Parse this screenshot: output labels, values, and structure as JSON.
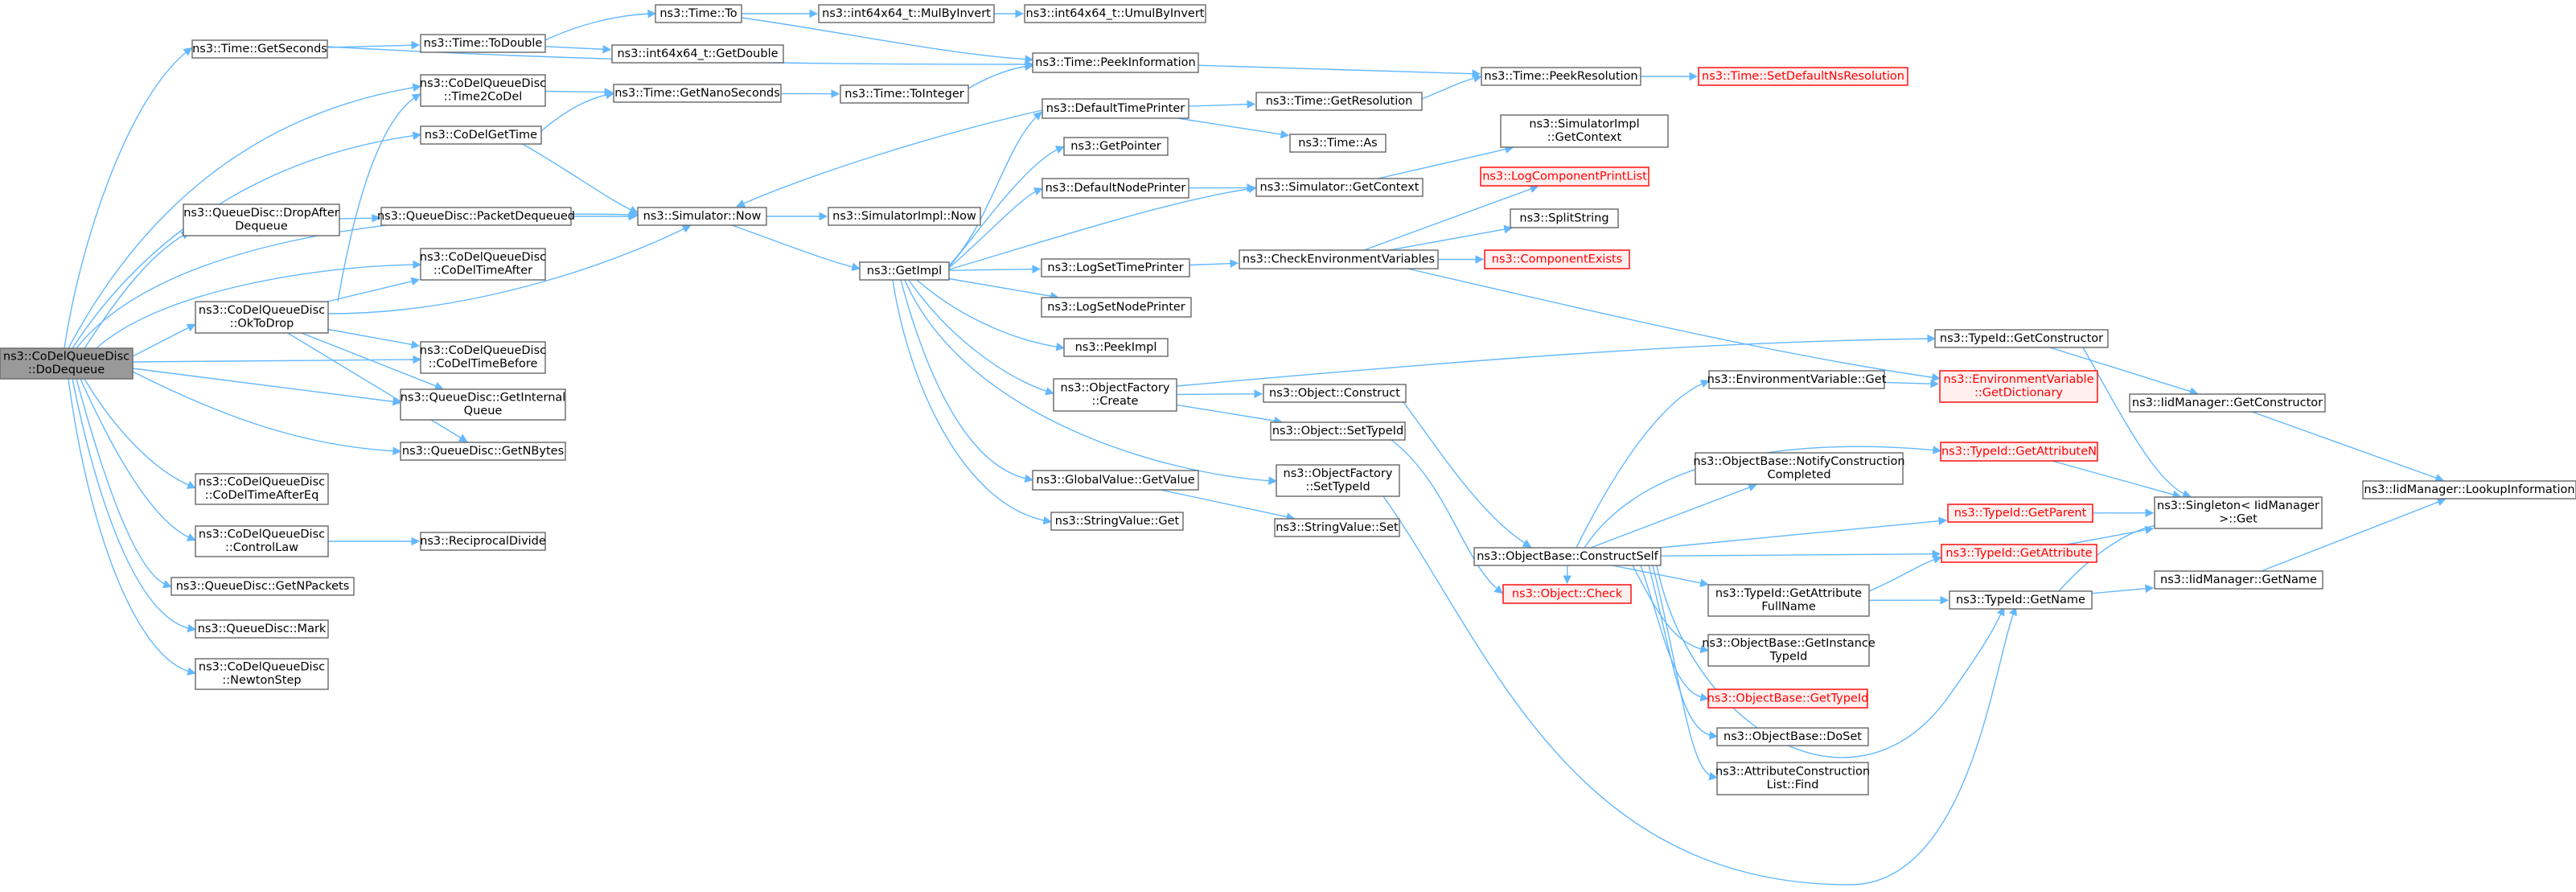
{
  "graph": {
    "root": "ns3::CoDelQueueDisc::DoDequeue",
    "edge_color": "#63b8ff",
    "node_border": "#666666",
    "highlight_color": "#ff0000",
    "root_fill": "#999999",
    "nodes": [
      {
        "id": "root",
        "lines": [
          "ns3::CoDelQueueDisc",
          "::DoDequeue"
        ],
        "style": "root"
      },
      {
        "id": "getSeconds",
        "lines": [
          "ns3::Time::GetSeconds"
        ]
      },
      {
        "id": "toDouble",
        "lines": [
          "ns3::Time::ToDouble"
        ]
      },
      {
        "id": "timeTo",
        "lines": [
          "ns3::Time::To"
        ]
      },
      {
        "id": "mulByInvert",
        "lines": [
          "ns3::int64x64_t::MulByInvert"
        ]
      },
      {
        "id": "umulByInvert",
        "lines": [
          "ns3::int64x64_t::UmulByInvert"
        ]
      },
      {
        "id": "getDouble",
        "lines": [
          "ns3::int64x64_t::GetDouble"
        ]
      },
      {
        "id": "peekInfo",
        "lines": [
          "ns3::Time::PeekInformation"
        ]
      },
      {
        "id": "peekRes",
        "lines": [
          "ns3::Time::PeekResolution"
        ]
      },
      {
        "id": "setDefRes",
        "lines": [
          "ns3::Time::SetDefaultNsResolution"
        ],
        "style": "red"
      },
      {
        "id": "time2CoDel",
        "lines": [
          "ns3::CoDelQueueDisc",
          "::Time2CoDel"
        ]
      },
      {
        "id": "getNano",
        "lines": [
          "ns3::Time::GetNanoSeconds"
        ]
      },
      {
        "id": "toInteger",
        "lines": [
          "ns3::Time::ToInteger"
        ]
      },
      {
        "id": "coDelGetTime",
        "lines": [
          "ns3::CoDelGetTime"
        ]
      },
      {
        "id": "defTimePrinter",
        "lines": [
          "ns3::DefaultTimePrinter"
        ]
      },
      {
        "id": "getResolution",
        "lines": [
          "ns3::Time::GetResolution"
        ]
      },
      {
        "id": "timeAs",
        "lines": [
          "ns3::Time::As"
        ]
      },
      {
        "id": "getPointer",
        "lines": [
          "ns3::GetPointer"
        ]
      },
      {
        "id": "dropAfterDequeue",
        "lines": [
          "ns3::QueueDisc::DropAfter",
          "Dequeue"
        ]
      },
      {
        "id": "packetDequeued",
        "lines": [
          "ns3::QueueDisc::PacketDequeued"
        ]
      },
      {
        "id": "simNow",
        "lines": [
          "ns3::Simulator::Now"
        ]
      },
      {
        "id": "simImplNow",
        "lines": [
          "ns3::SimulatorImpl::Now"
        ]
      },
      {
        "id": "defNodePrinter",
        "lines": [
          "ns3::DefaultNodePrinter"
        ]
      },
      {
        "id": "simGetContext",
        "lines": [
          "ns3::Simulator::GetContext"
        ]
      },
      {
        "id": "simImplGetContext",
        "lines": [
          "ns3::SimulatorImpl",
          "::GetContext"
        ]
      },
      {
        "id": "logCompPrintList",
        "lines": [
          "ns3::LogComponentPrintList"
        ],
        "style": "red"
      },
      {
        "id": "splitString",
        "lines": [
          "ns3::SplitString"
        ]
      },
      {
        "id": "getImpl",
        "lines": [
          "ns3::GetImpl"
        ]
      },
      {
        "id": "logSetTimePrinter",
        "lines": [
          "ns3::LogSetTimePrinter"
        ]
      },
      {
        "id": "checkEnvVars",
        "lines": [
          "ns3::CheckEnvironmentVariables"
        ]
      },
      {
        "id": "componentExists",
        "lines": [
          "ns3::ComponentExists"
        ],
        "style": "red"
      },
      {
        "id": "coDelTimeAfter",
        "lines": [
          "ns3::CoDelQueueDisc",
          "::CoDelTimeAfter"
        ]
      },
      {
        "id": "okToDrop",
        "lines": [
          "ns3::CoDelQueueDisc",
          "::OkToDrop"
        ]
      },
      {
        "id": "logSetNodePrinter",
        "lines": [
          "ns3::LogSetNodePrinter"
        ]
      },
      {
        "id": "peekImpl",
        "lines": [
          "ns3::PeekImpl"
        ]
      },
      {
        "id": "coDelTimeBefore",
        "lines": [
          "ns3::CoDelQueueDisc",
          "::CoDelTimeBefore"
        ]
      },
      {
        "id": "getInternalQueue",
        "lines": [
          "ns3::QueueDisc::GetInternal",
          "Queue"
        ]
      },
      {
        "id": "getNBytes",
        "lines": [
          "ns3::QueueDisc::GetNBytes"
        ]
      },
      {
        "id": "objFactoryCreate",
        "lines": [
          "ns3::ObjectFactory",
          "::Create"
        ]
      },
      {
        "id": "objConstruct",
        "lines": [
          "ns3::Object::Construct"
        ]
      },
      {
        "id": "objSetTypeId",
        "lines": [
          "ns3::Object::SetTypeId"
        ]
      },
      {
        "id": "typeIdGetConstructor",
        "lines": [
          "ns3::TypeId::GetConstructor"
        ]
      },
      {
        "id": "envVarGet",
        "lines": [
          "ns3::EnvironmentVariable::Get"
        ]
      },
      {
        "id": "envVarGetDict",
        "lines": [
          "ns3::EnvironmentVariable",
          "::GetDictionary"
        ],
        "style": "red"
      },
      {
        "id": "iidGetConstructor",
        "lines": [
          "ns3::IidManager::GetConstructor"
        ]
      },
      {
        "id": "iidLookupInfo",
        "lines": [
          "ns3::IidManager::LookupInformation"
        ]
      },
      {
        "id": "typeIdGetAttrN",
        "lines": [
          "ns3::TypeId::GetAttributeN"
        ],
        "style": "red"
      },
      {
        "id": "objBaseNotify",
        "lines": [
          "ns3::ObjectBase::NotifyConstruction",
          "Completed"
        ]
      },
      {
        "id": "globalValGetValue",
        "lines": [
          "ns3::GlobalValue::GetValue"
        ]
      },
      {
        "id": "objFactorySetTypeId",
        "lines": [
          "ns3::ObjectFactory",
          "::SetTypeId"
        ]
      },
      {
        "id": "stringValueGet",
        "lines": [
          "ns3::StringValue::Get"
        ]
      },
      {
        "id": "stringValueSet",
        "lines": [
          "ns3::StringValue::Set"
        ]
      },
      {
        "id": "typeIdGetParent",
        "lines": [
          "ns3::TypeId::GetParent"
        ],
        "style": "red"
      },
      {
        "id": "singletonGet",
        "lines": [
          "ns3::Singleton< IidManager",
          ">::Get"
        ]
      },
      {
        "id": "objBaseConstructSelf",
        "lines": [
          "ns3::ObjectBase::ConstructSelf"
        ]
      },
      {
        "id": "typeIdGetAttribute",
        "lines": [
          "ns3::TypeId::GetAttribute"
        ],
        "style": "red"
      },
      {
        "id": "objCheck",
        "lines": [
          "ns3::Object::Check"
        ],
        "style": "red"
      },
      {
        "id": "typeIdGetAttrFullName",
        "lines": [
          "ns3::TypeId::GetAttribute",
          "FullName"
        ]
      },
      {
        "id": "typeIdGetName",
        "lines": [
          "ns3::TypeId::GetName"
        ]
      },
      {
        "id": "iidGetName",
        "lines": [
          "ns3::IidManager::GetName"
        ]
      },
      {
        "id": "coDelTimeAfterEq",
        "lines": [
          "ns3::CoDelQueueDisc",
          "::CoDelTimeAfterEq"
        ]
      },
      {
        "id": "controlLaw",
        "lines": [
          "ns3::CoDelQueueDisc",
          "::ControlLaw"
        ]
      },
      {
        "id": "reciprocalDivide",
        "lines": [
          "ns3::ReciprocalDivide"
        ]
      },
      {
        "id": "getNPackets",
        "lines": [
          "ns3::QueueDisc::GetNPackets"
        ]
      },
      {
        "id": "objBaseGetInstTypeId",
        "lines": [
          "ns3::ObjectBase::GetInstance",
          "TypeId"
        ]
      },
      {
        "id": "objBaseGetTypeId",
        "lines": [
          "ns3::ObjectBase::GetTypeId"
        ],
        "style": "red"
      },
      {
        "id": "mark",
        "lines": [
          "ns3::QueueDisc::Mark"
        ]
      },
      {
        "id": "newtonStep",
        "lines": [
          "ns3::CoDelQueueDisc",
          "::NewtonStep"
        ]
      },
      {
        "id": "objBaseDoSet",
        "lines": [
          "ns3::ObjectBase::DoSet"
        ]
      },
      {
        "id": "attrConstrListFind",
        "lines": [
          "ns3::AttributeConstruction",
          "List::Find"
        ]
      }
    ]
  }
}
